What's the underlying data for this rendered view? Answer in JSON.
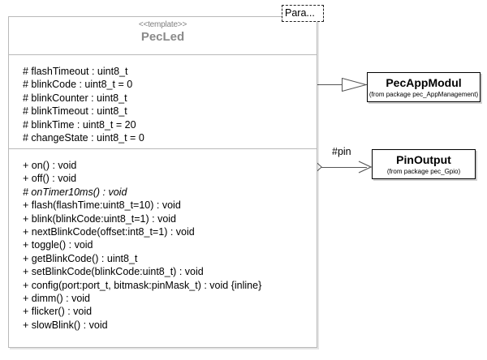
{
  "diagram": {
    "type": "uml-class-diagram",
    "template_parameter_box": "Para..."
  },
  "main_class": {
    "stereotype": "<<template>>",
    "name": "PecLed",
    "attributes": [
      "# flashTimeout : uint8_t",
      "# blinkCode : uint8_t = 0",
      "# blinkCounter : uint8_t",
      "# blinkTimeout : uint8_t",
      "# blinkTime : uint8_t = 20",
      "# changeState : uint8_t = 0"
    ],
    "operations": [
      {
        "text": "+ on() : void",
        "abstract": false
      },
      {
        "text": "+ off() : void",
        "abstract": false
      },
      {
        "text": "# onTimer10ms() : void",
        "abstract": true
      },
      {
        "text": "+ flash(flashTime:uint8_t=10) : void",
        "abstract": false
      },
      {
        "text": "+ blink(blinkCode:uint8_t=1) : void",
        "abstract": false
      },
      {
        "text": "+ nextBlinkCode(offset:int8_t=1) : void",
        "abstract": false
      },
      {
        "text": "+ toggle() : void",
        "abstract": false
      },
      {
        "text": "+ getBlinkCode() : uint8_t",
        "abstract": false
      },
      {
        "text": "+ setBlinkCode(blinkCode:uint8_t) : void",
        "abstract": false
      },
      {
        "text": "+ config(port:port_t, bitmask:pinMask_t) : void {inline}",
        "abstract": false
      },
      {
        "text": "+ dimm() : void",
        "abstract": false
      },
      {
        "text": "+ flicker() : void",
        "abstract": false
      },
      {
        "text": "+ slowBlink() : void",
        "abstract": false
      }
    ]
  },
  "related_classes": [
    {
      "name": "PecAppModul",
      "package": "(from package pec_AppManagement)",
      "relation": "generalization"
    },
    {
      "name": "PinOutput",
      "package": "(from package pec_Gpio)",
      "relation": "aggregation"
    }
  ],
  "association_labels": {
    "pin": "#pin"
  },
  "colors": {
    "class_border": "#b9b9b9",
    "ref_border": "#000000",
    "class_name_text": "#8a8a8a",
    "stereotype_text": "#808080",
    "member_text": "#000000",
    "connector": "#555555",
    "background": "#ffffff"
  }
}
